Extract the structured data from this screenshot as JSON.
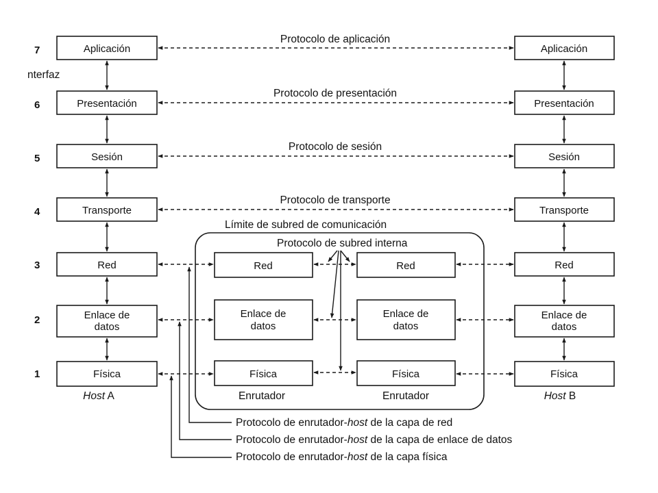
{
  "layers": [
    {
      "number": "7",
      "left": "Aplicación",
      "right": "Aplicación",
      "protocol": "Protocolo de aplicación"
    },
    {
      "number": "6",
      "left": "Presentación",
      "right": "Presentación",
      "protocol": "Protocolo de presentación"
    },
    {
      "number": "5",
      "left": "Sesión",
      "right": "Sesión",
      "protocol": "Protocolo de sesión"
    },
    {
      "number": "4",
      "left": "Transporte",
      "right": "Transporte",
      "protocol": "Protocolo de transporte"
    },
    {
      "number": "3",
      "left": "Red",
      "right": "Red",
      "router1": "Red",
      "router2": "Red"
    },
    {
      "number": "2",
      "left": [
        "Enlace de",
        "datos"
      ],
      "right": [
        "Enlace de",
        "datos"
      ],
      "router1": [
        "Enlace de",
        "datos"
      ],
      "router2": [
        "Enlace de",
        "datos"
      ]
    },
    {
      "number": "1",
      "left": "Física",
      "right": "Física",
      "router1": "Física",
      "router2": "Física"
    }
  ],
  "interface_label": "nterfaz",
  "host_a": {
    "prefix": "Host",
    "suffix": " A"
  },
  "host_b": {
    "prefix": "Host",
    "suffix": " B"
  },
  "router_label_1": "Enrutador",
  "router_label_2": "Enrutador",
  "subnet_boundary": "Límite de subred de comunicación",
  "subnet_internal_protocol": "Protocolo de subred interna",
  "router_host_protocols": [
    {
      "pre": "Protocolo de enrutador-",
      "host": "host",
      "post": " de la capa de red"
    },
    {
      "pre": "Protocolo de enrutador-",
      "host": "host",
      "post": " de la capa de enlace de datos"
    },
    {
      "pre": "Protocolo de enrutador-",
      "host": "host",
      "post": " de la capa física"
    }
  ]
}
